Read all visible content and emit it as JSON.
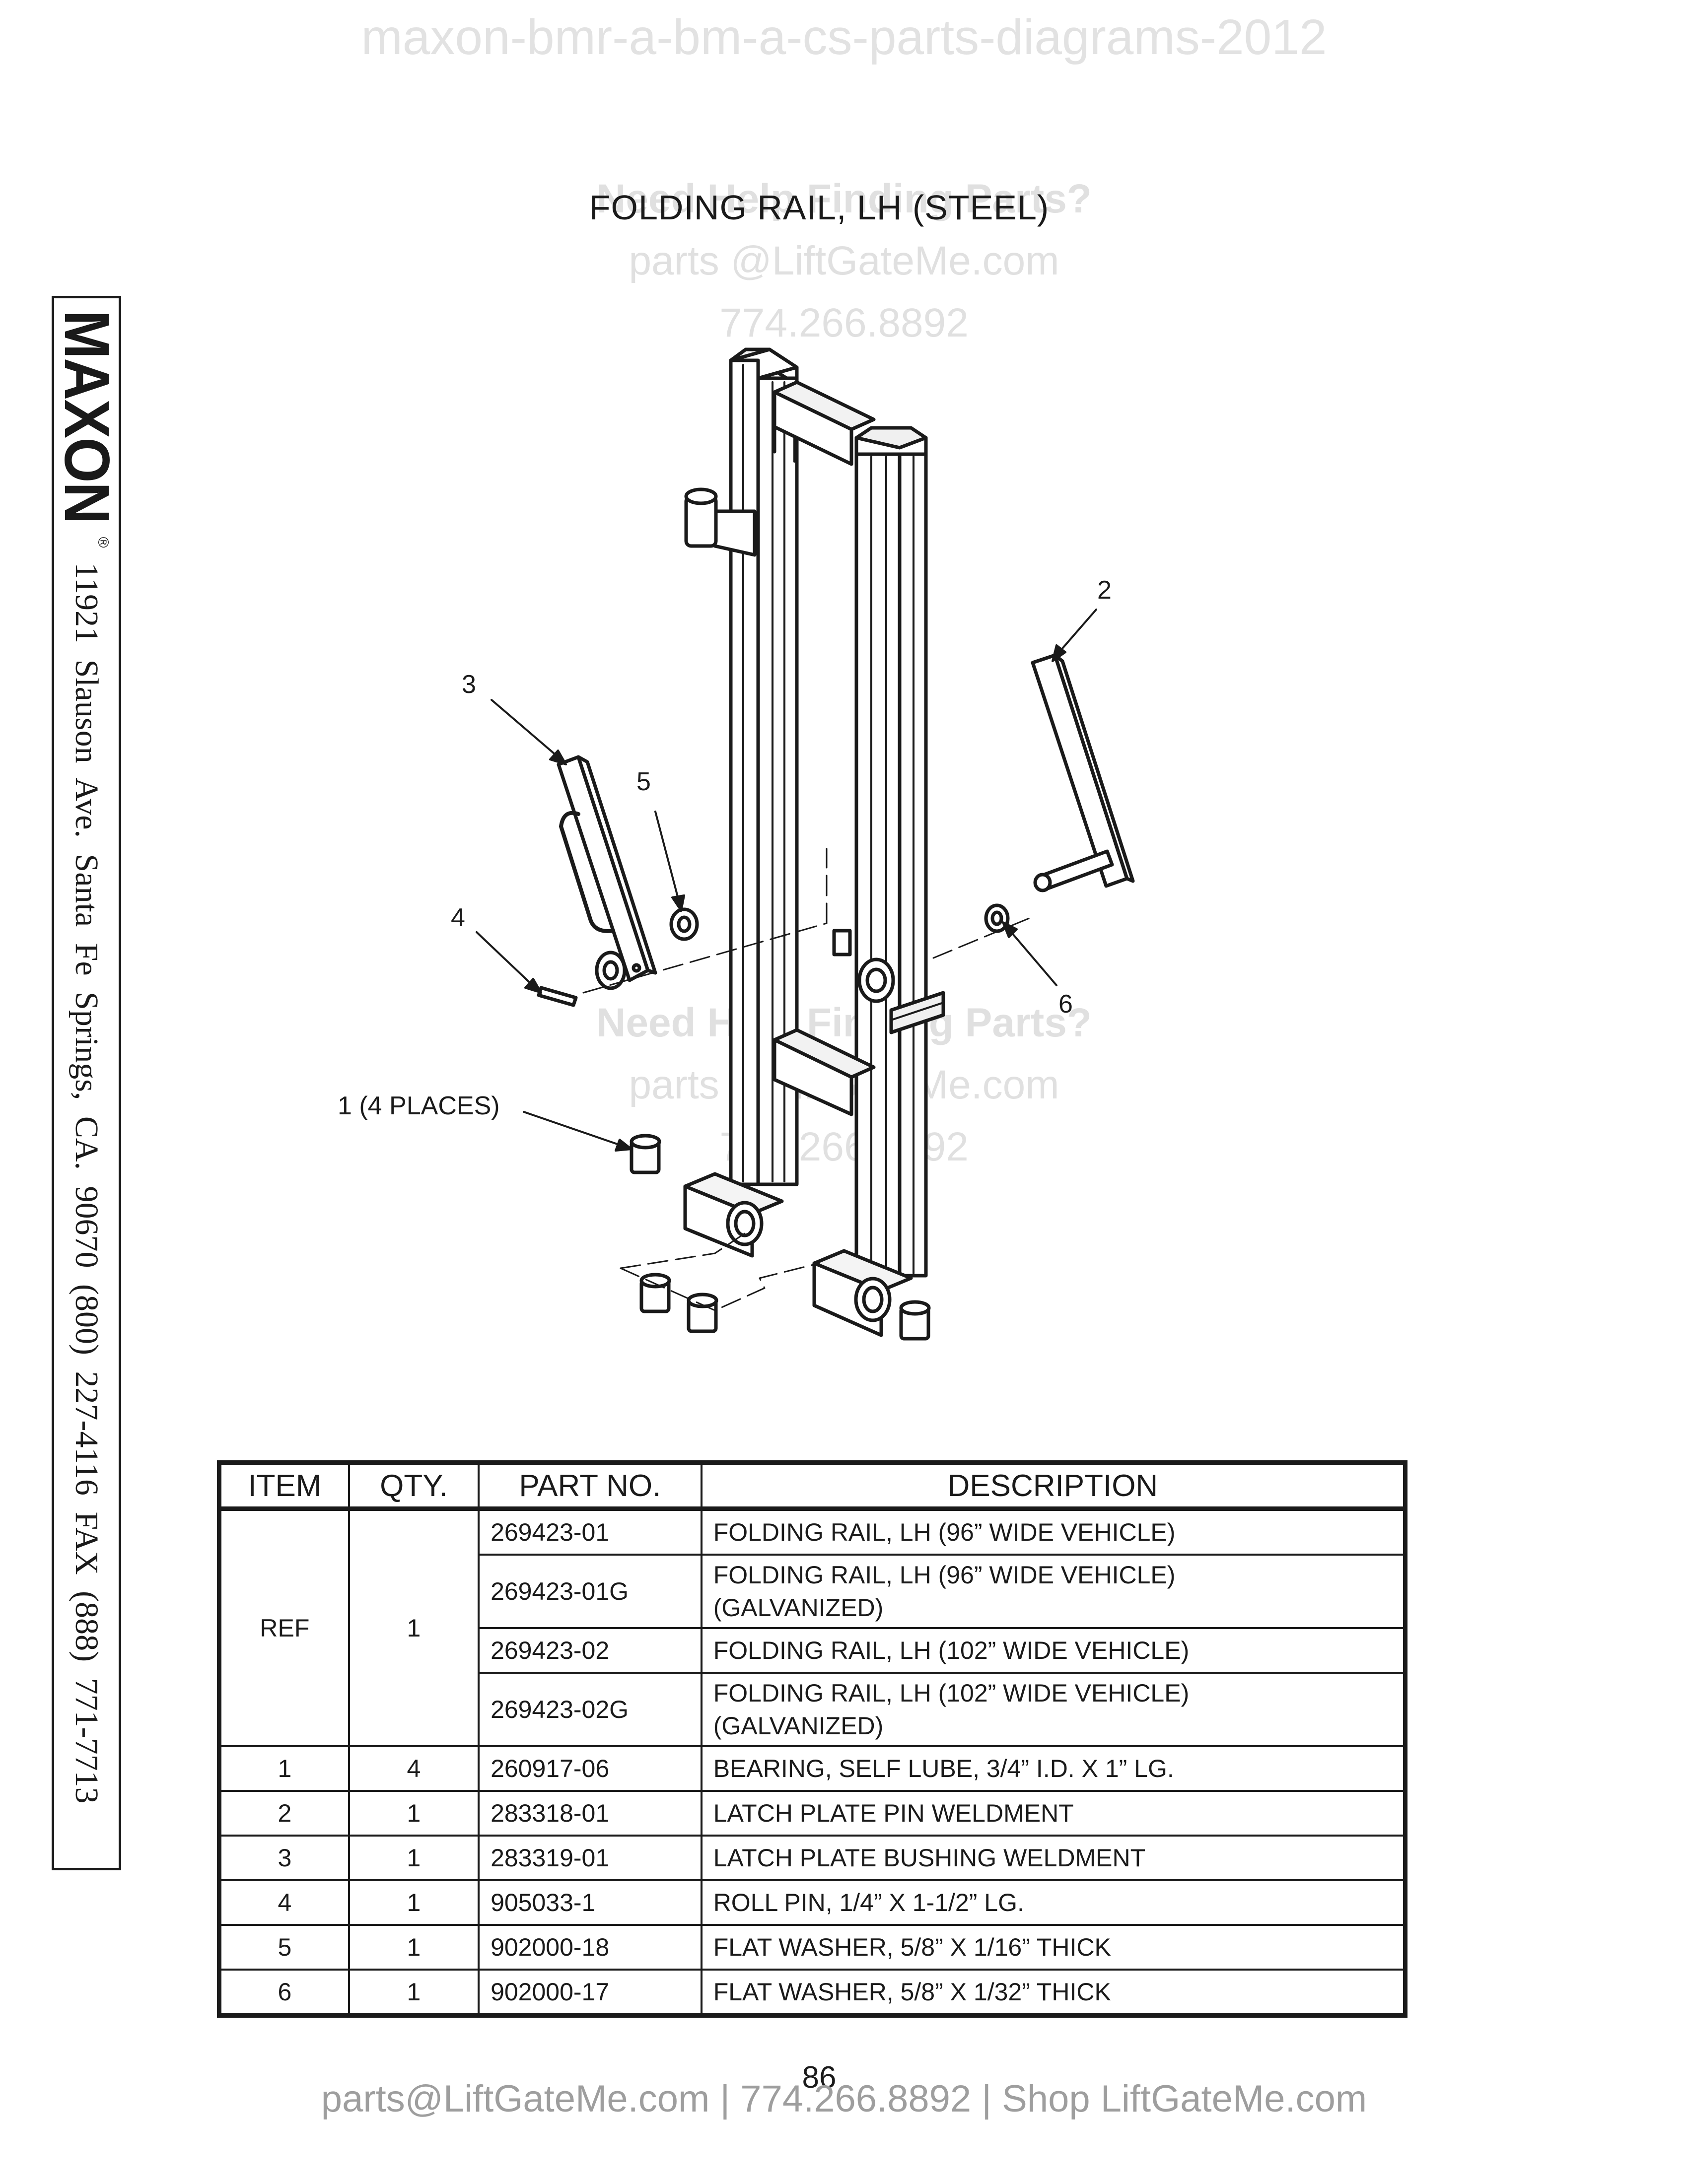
{
  "watermark": {
    "doc_name": "maxon-bmr-a-bm-a-cs-parts-diagrams-2012",
    "help_line": "Need Help Finding Parts?",
    "email_line": "parts @LiftGateMe.com",
    "phone_line": "774.266.8892"
  },
  "page_title": "FOLDING RAIL, LH (STEEL)",
  "sidebar": {
    "brand": "MAXON",
    "registered": "®",
    "address": "11921 Slauson Ave.  Santa Fe Springs, CA.  90670  (800) 227-4116  FAX (888) 771-7713"
  },
  "callouts": {
    "c1": "1 (4 PLACES)",
    "c2": "2",
    "c3": "3",
    "c4": "4",
    "c5": "5",
    "c6": "6"
  },
  "table": {
    "headers": {
      "item": "ITEM",
      "qty": "QTY.",
      "part_no": "PART NO.",
      "description": "DESCRIPTION"
    },
    "ref_group": {
      "item": "REF",
      "qty": "1",
      "rows": [
        {
          "part_no": "269423-01",
          "desc1": "FOLDING RAIL, LH (96” WIDE VEHICLE)",
          "desc2": ""
        },
        {
          "part_no": "269423-01G",
          "desc1": "FOLDING RAIL, LH (96” WIDE VEHICLE)",
          "desc2": "(GALVANIZED)"
        },
        {
          "part_no": "269423-02",
          "desc1": "FOLDING RAIL, LH (102” WIDE VEHICLE)",
          "desc2": ""
        },
        {
          "part_no": "269423-02G",
          "desc1": "FOLDING RAIL, LH (102” WIDE VEHICLE)",
          "desc2": "(GALVANIZED)"
        }
      ]
    },
    "rows": [
      {
        "item": "1",
        "qty": "4",
        "part_no": "260917-06",
        "description": "BEARING, SELF LUBE, 3/4” I.D. X 1” LG."
      },
      {
        "item": "2",
        "qty": "1",
        "part_no": "283318-01",
        "description": "LATCH PLATE PIN WELDMENT"
      },
      {
        "item": "3",
        "qty": "1",
        "part_no": "283319-01",
        "description": "LATCH PLATE BUSHING WELDMENT"
      },
      {
        "item": "4",
        "qty": "1",
        "part_no": "905033-1",
        "description": "ROLL PIN, 1/4” X 1-1/2” LG."
      },
      {
        "item": "5",
        "qty": "1",
        "part_no": "902000-18",
        "description": "FLAT WASHER, 5/8” X 1/16” THICK"
      },
      {
        "item": "6",
        "qty": "1",
        "part_no": "902000-17",
        "description": "FLAT WASHER, 5/8” X 1/32” THICK"
      }
    ]
  },
  "page_number": "86",
  "footer": "parts@LiftGateMe.com | 774.266.8892 | Shop LiftGateMe.com"
}
